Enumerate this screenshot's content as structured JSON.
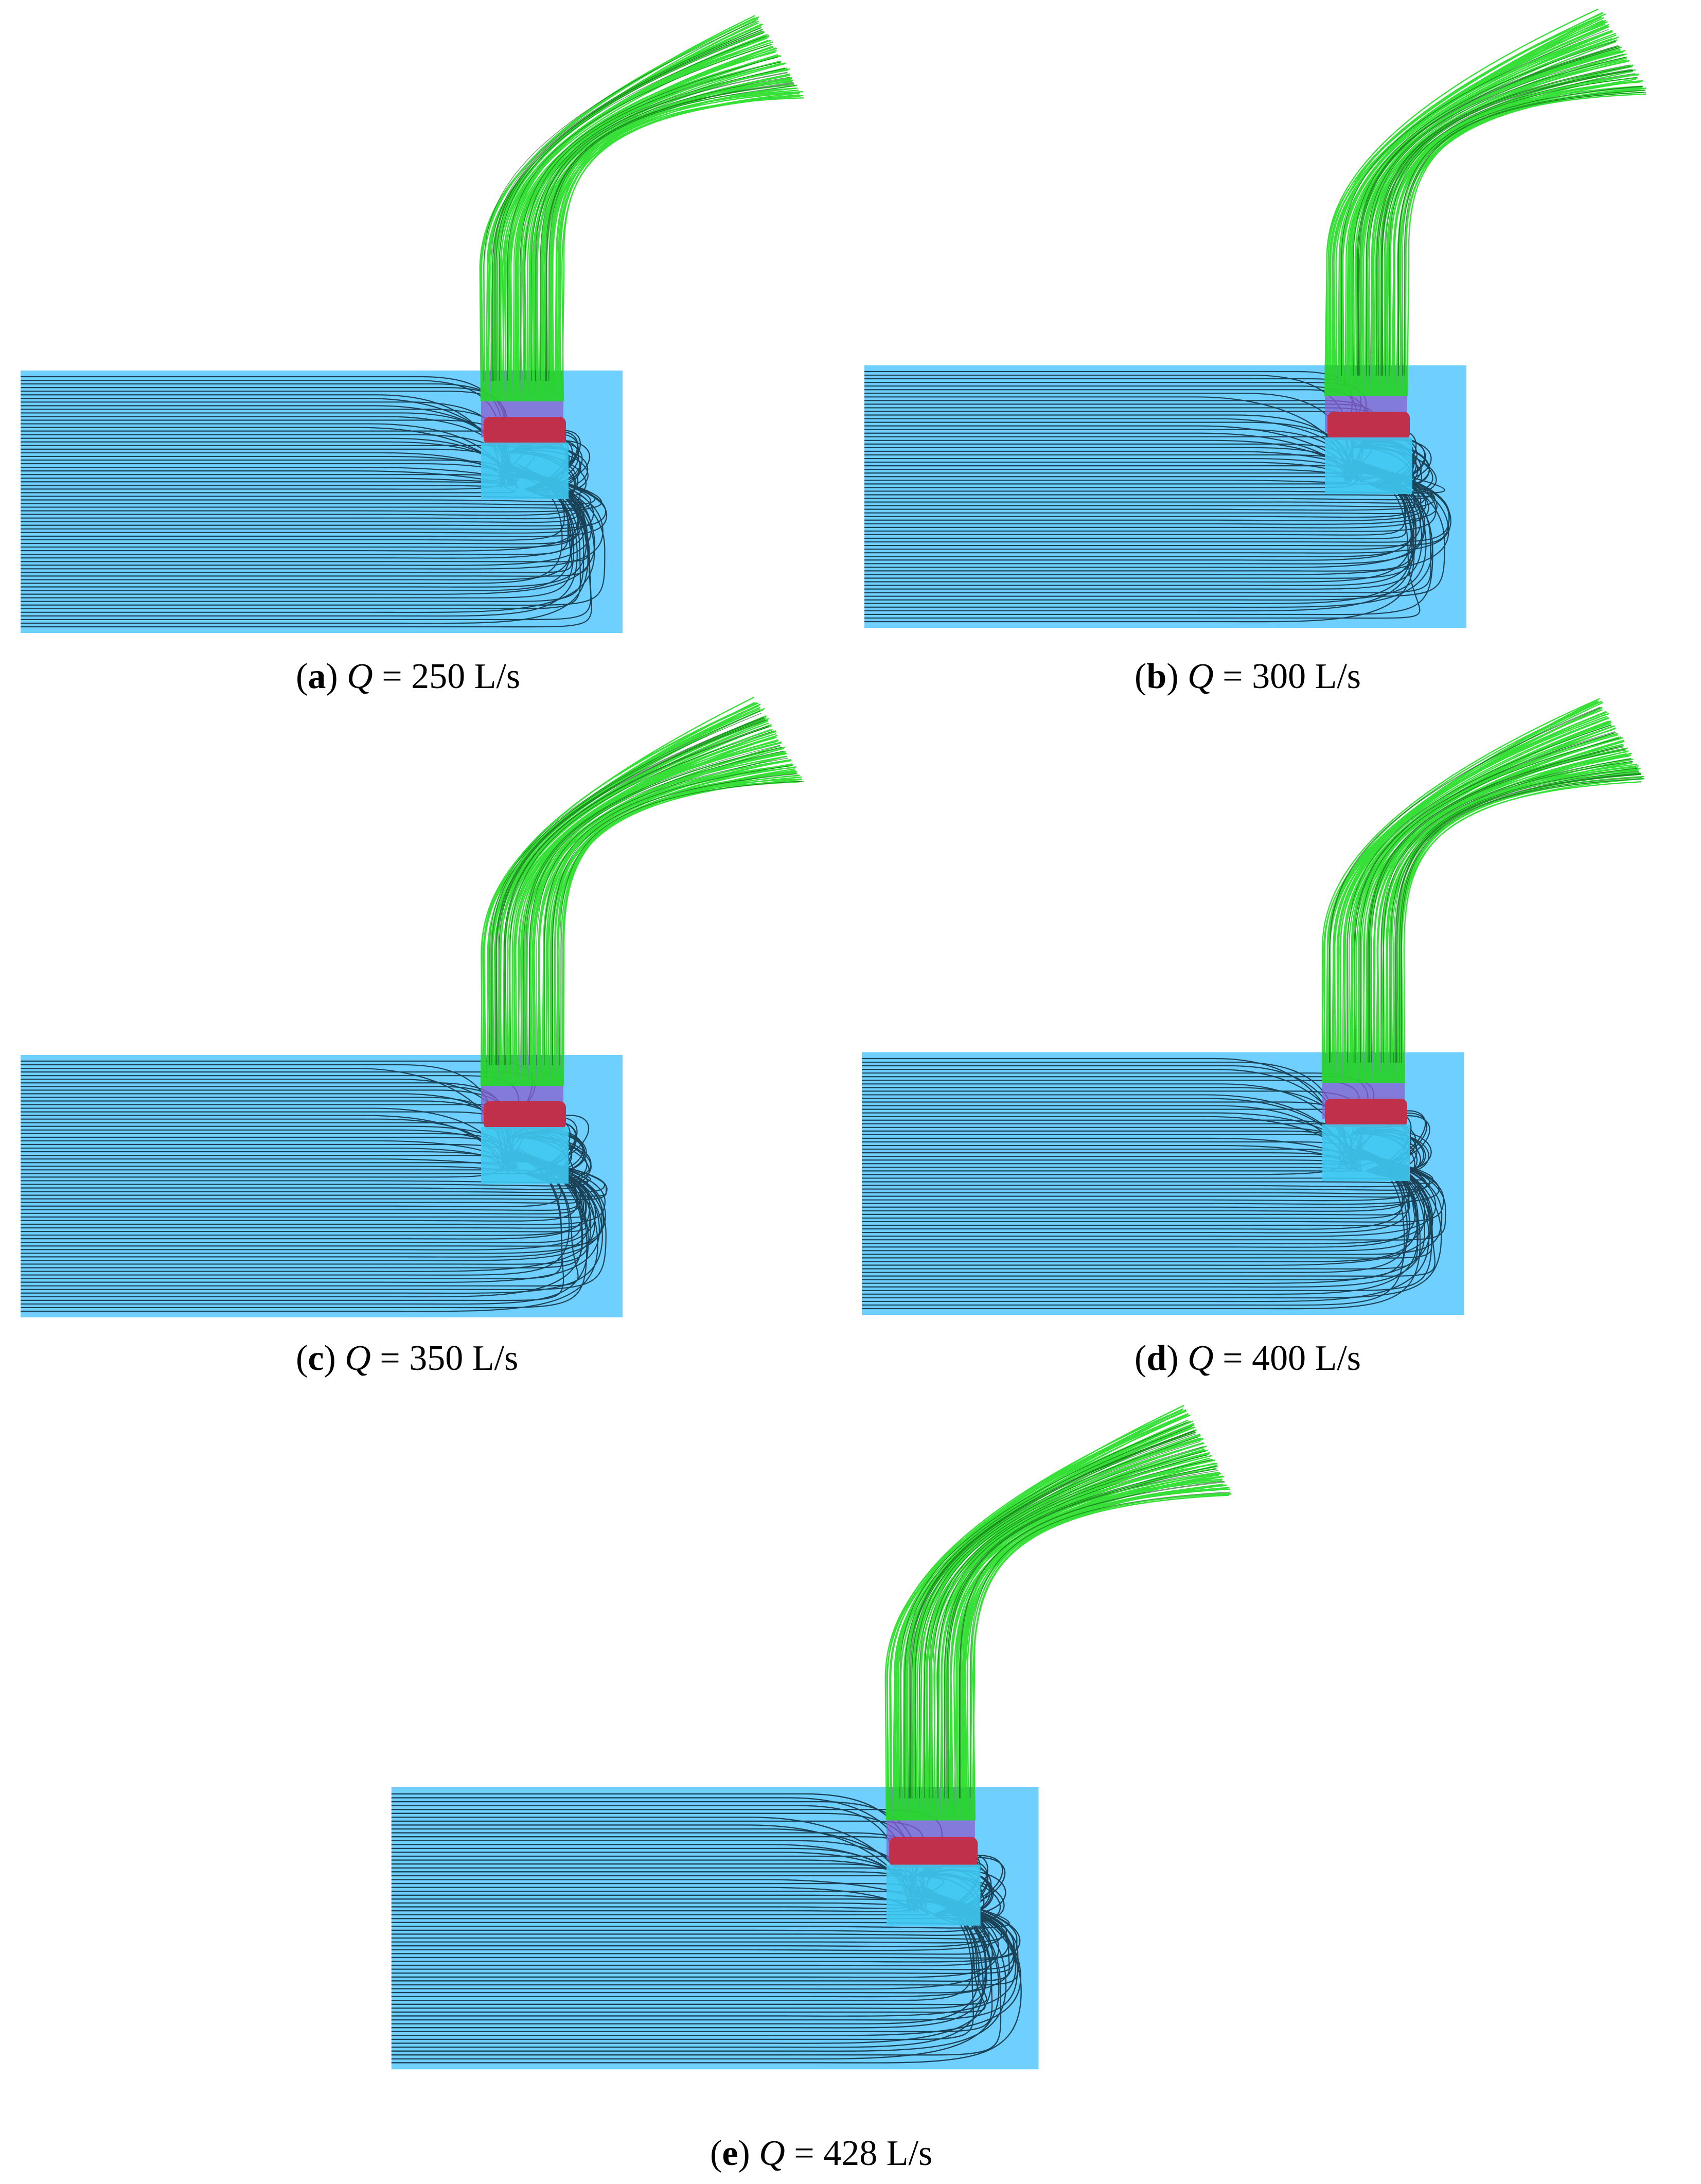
{
  "figure": {
    "panels": [
      {
        "letter": "a",
        "q_symbol": "Q",
        "value_text": "= 250 L/s"
      },
      {
        "letter": "b",
        "q_symbol": "Q",
        "value_text": "= 300 L/s"
      },
      {
        "letter": "c",
        "q_symbol": "Q",
        "value_text": "= 350 L/s"
      },
      {
        "letter": "d",
        "q_symbol": "Q",
        "value_text": "= 400 L/s"
      },
      {
        "letter": "e",
        "q_symbol": "Q",
        "value_text": "= 428 L/s"
      }
    ],
    "colors": {
      "sump": "#6fd0ff",
      "pipe_streamline": "#22dd22",
      "sump_streamline": "#0d2a3a",
      "impeller": "#c0304a",
      "bell": "#8a5fd0"
    }
  }
}
